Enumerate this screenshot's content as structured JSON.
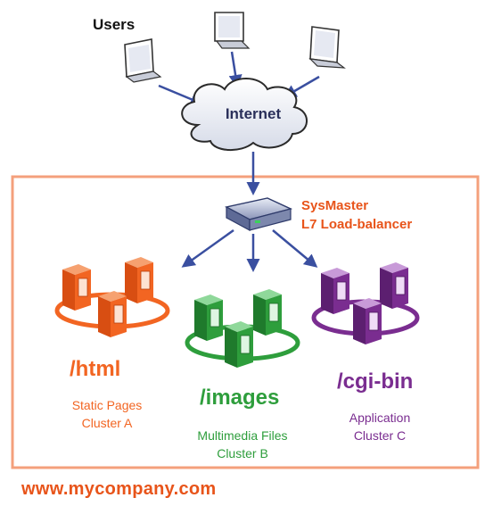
{
  "users": {
    "label": "Users"
  },
  "internet": {
    "label": "Internet"
  },
  "load_balancer": {
    "name": "SysMaster",
    "subtitle": "L7 Load-balancer"
  },
  "clusters": [
    {
      "path": "/html",
      "desc_line1": "Static Pages",
      "desc_line2": "Cluster A",
      "color": "#f26522"
    },
    {
      "path": "/images",
      "desc_line1": "Multimedia Files",
      "desc_line2": "Cluster B",
      "color": "#2e9e3c"
    },
    {
      "path": "/cgi-bin",
      "desc_line1": "Application",
      "desc_line2": "Cluster C",
      "color": "#7a2d90"
    }
  ],
  "footer": {
    "url": "www.mycompany.com"
  },
  "colors": {
    "frame": "#f4a07c",
    "arrow": "#3a4fa0",
    "accent": "#e8541a"
  }
}
